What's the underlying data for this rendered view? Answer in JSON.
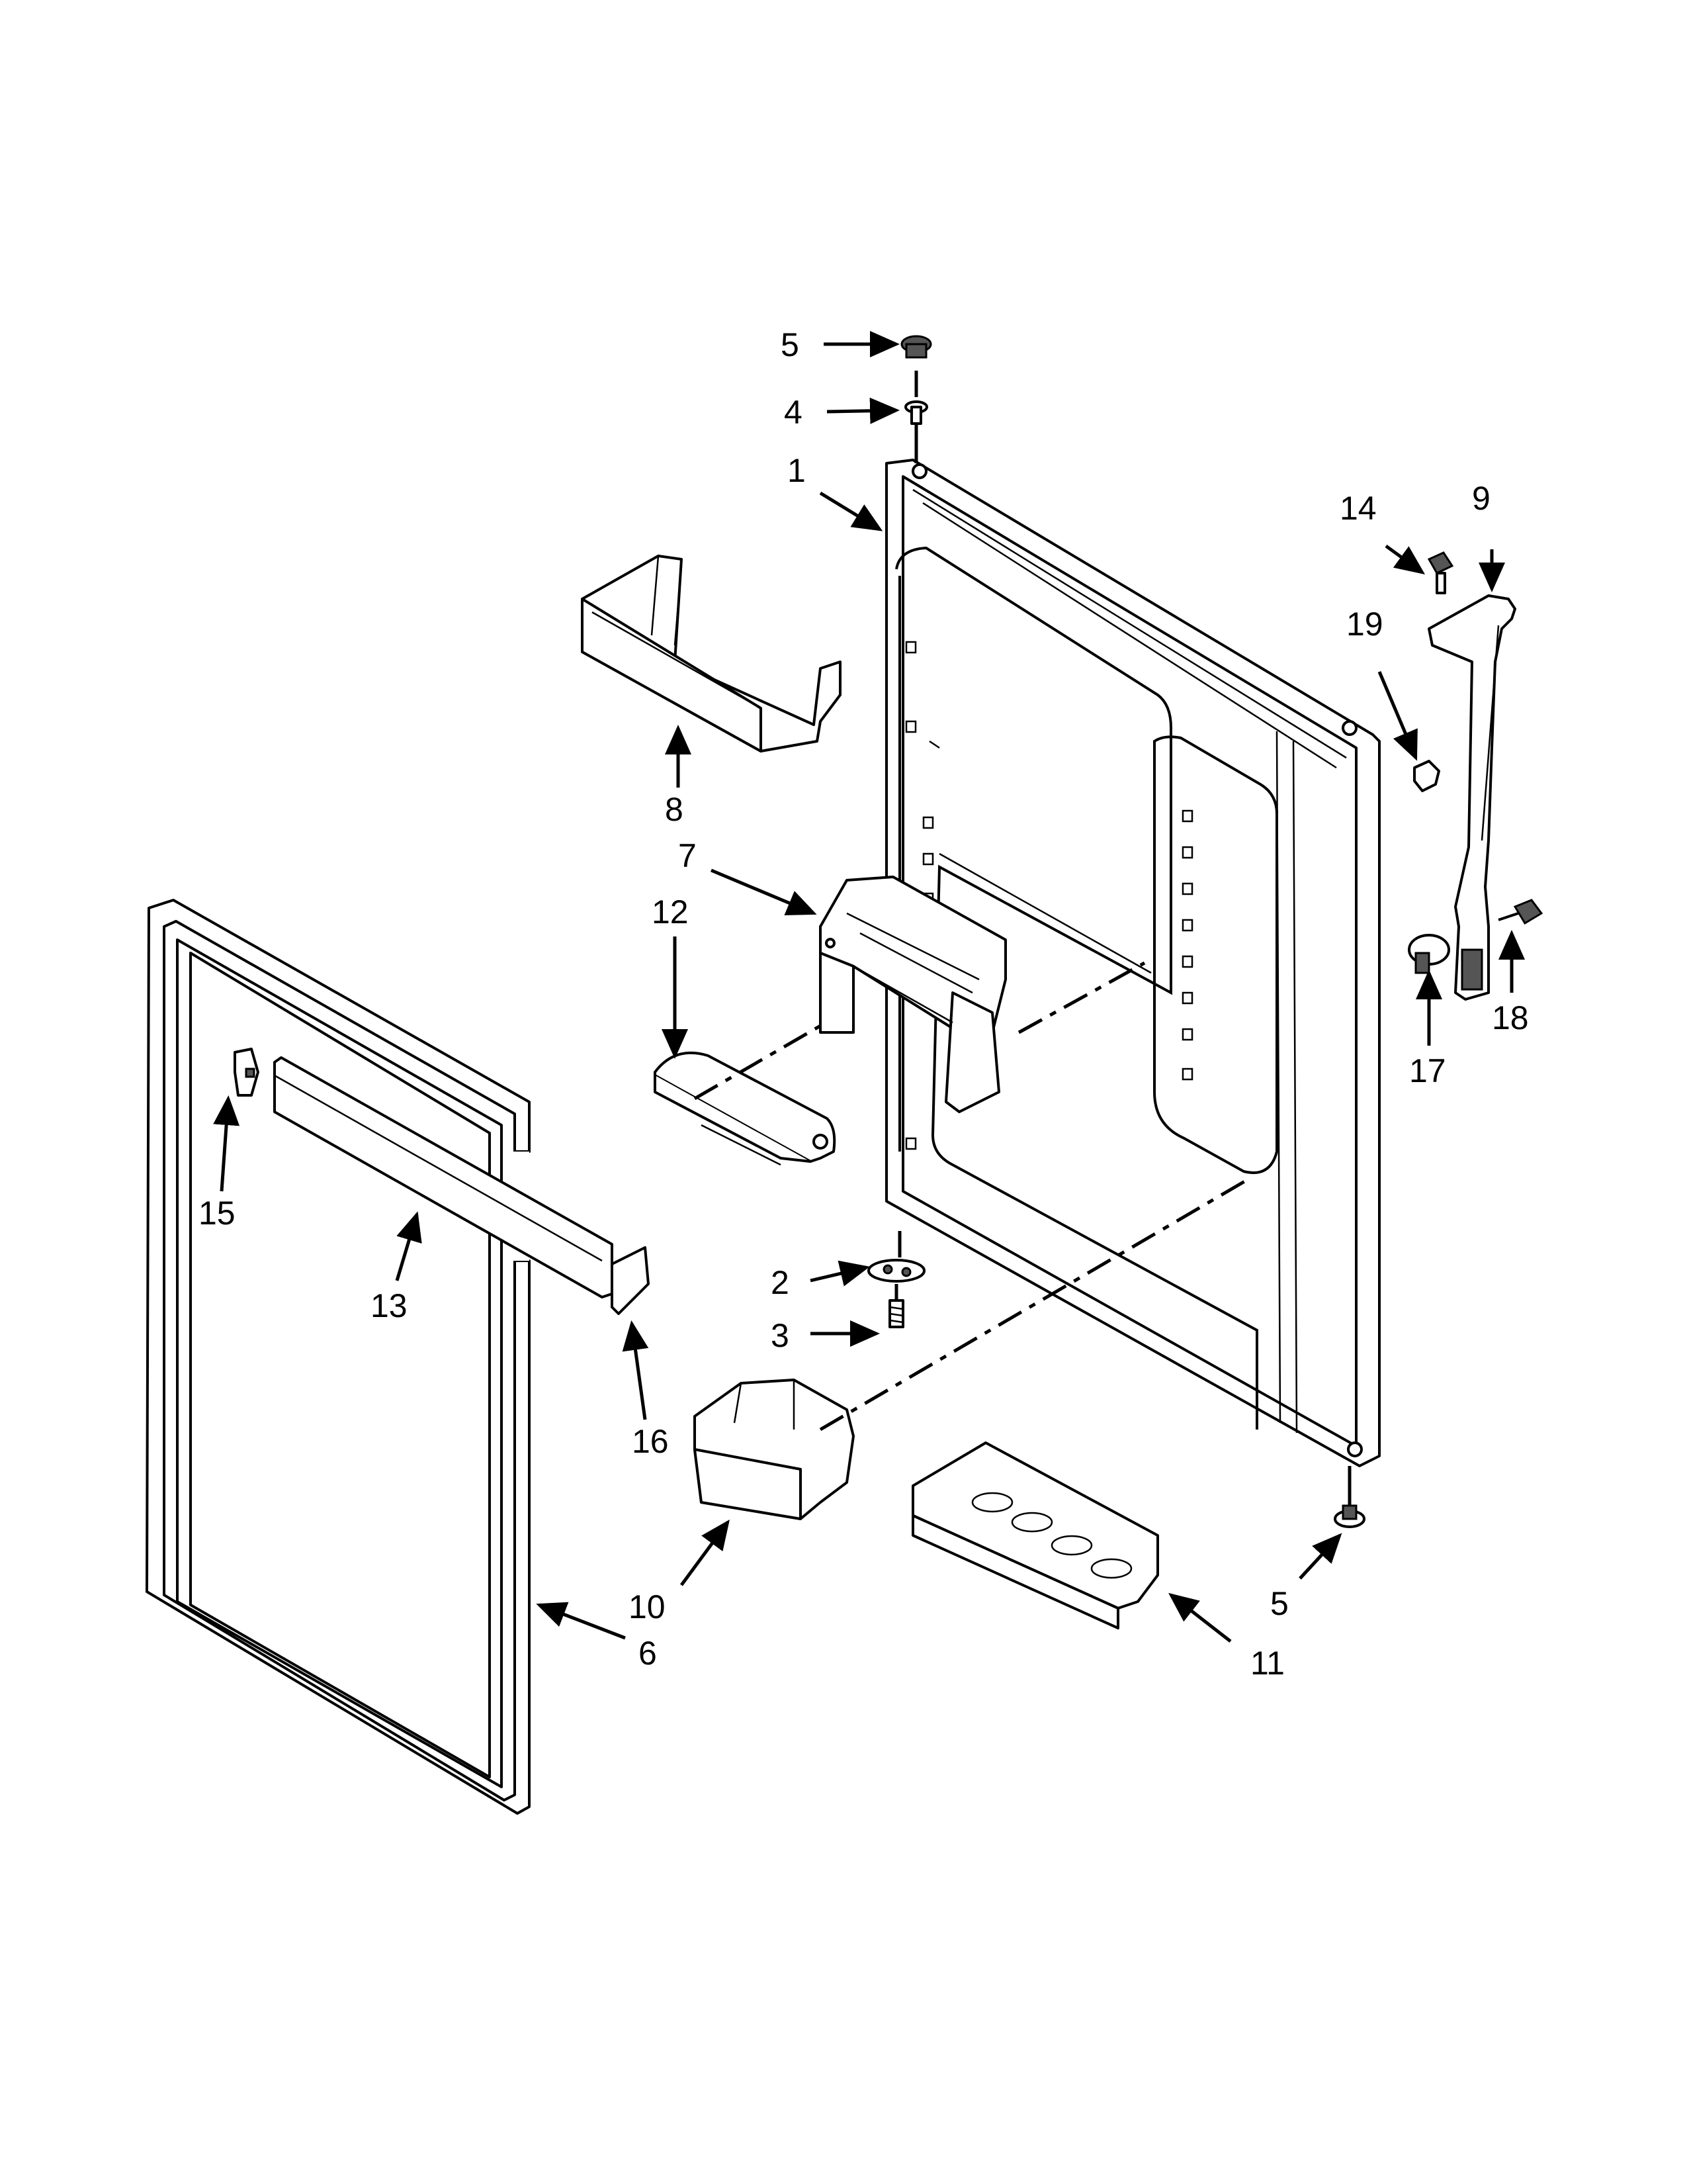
{
  "callouts": [
    {
      "id": "c5a",
      "text": "5"
    },
    {
      "id": "c4",
      "text": "4"
    },
    {
      "id": "c1",
      "text": "1"
    },
    {
      "id": "c14",
      "text": "14"
    },
    {
      "id": "c9",
      "text": "9"
    },
    {
      "id": "c19",
      "text": "19"
    },
    {
      "id": "c8",
      "text": "8"
    },
    {
      "id": "c7",
      "text": "7"
    },
    {
      "id": "c12",
      "text": "12"
    },
    {
      "id": "c17",
      "text": "17"
    },
    {
      "id": "c18",
      "text": "18"
    },
    {
      "id": "c15",
      "text": "15"
    },
    {
      "id": "c13",
      "text": "13"
    },
    {
      "id": "c2",
      "text": "2"
    },
    {
      "id": "c3",
      "text": "3"
    },
    {
      "id": "c16",
      "text": "16"
    },
    {
      "id": "c10",
      "text": "10"
    },
    {
      "id": "c6",
      "text": "6"
    },
    {
      "id": "c5b",
      "text": "5"
    },
    {
      "id": "c11",
      "text": "11"
    }
  ]
}
